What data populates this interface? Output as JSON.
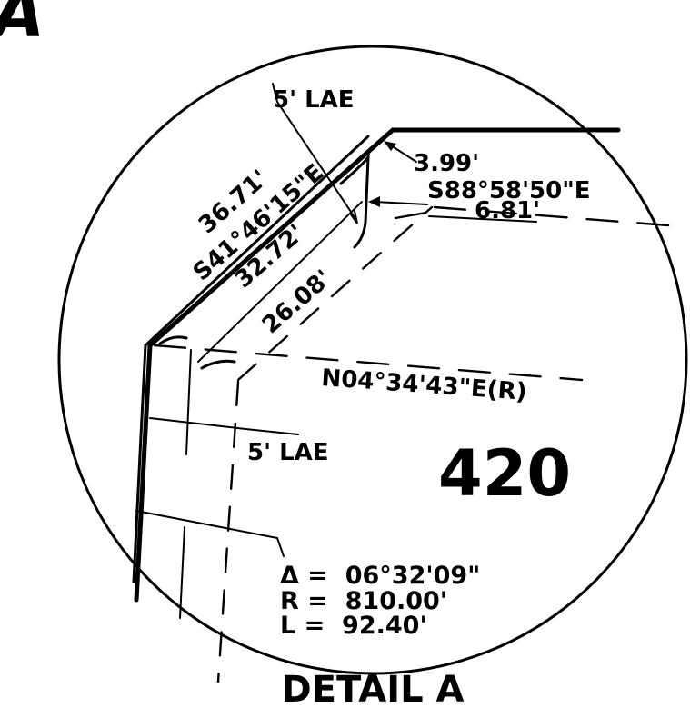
{
  "corner_mark": "A",
  "detail_title": "DETAIL A",
  "lot_number": "420",
  "labels": {
    "lae_top": "5' LAE",
    "lae_bottom": "5' LAE",
    "dist_399": "3.99'",
    "bearing_s88": "S88°58'50\"E",
    "dist_681": "6.81'",
    "dist_3671": "36.71'",
    "bearing_s41": "S41°46'15\"E",
    "dist_3272": "32.72'",
    "dist_2608": "26.08'",
    "bearing_n04": "N04°34'43\"E(R)"
  },
  "curve_data": {
    "delta_symbol": "Δ",
    "delta_eq": " =  06°32'09\"",
    "radius_symbol": "R",
    "radius_eq": " =  810.00'",
    "length_symbol": "L",
    "length_eq": " =  92.40'"
  }
}
